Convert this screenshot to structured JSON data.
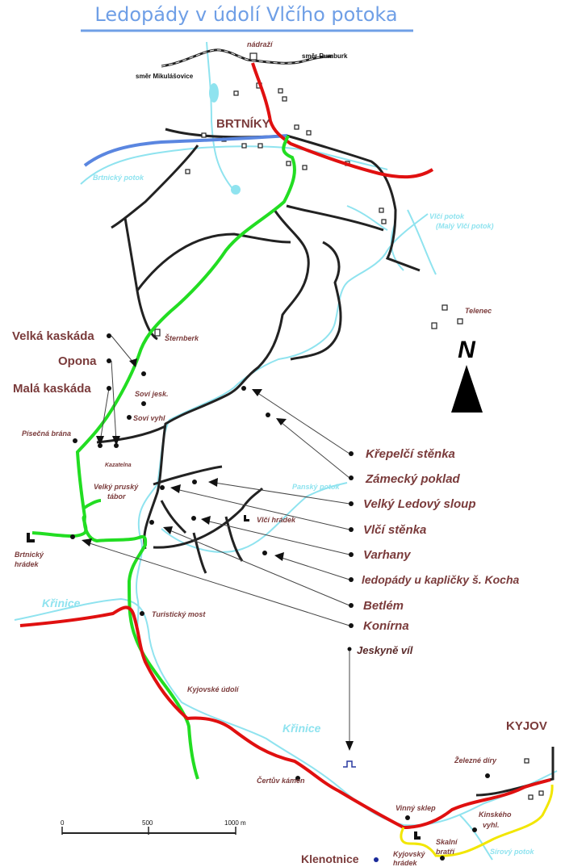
{
  "title": "Ledopády v údolí Vlčího potoka",
  "colors": {
    "title": "#6f9fe6",
    "labels": "#7a3b3b",
    "water": "#8fe3ef",
    "green_route": "#22dd22",
    "red_route": "#e01010",
    "yellow_route": "#f2e600",
    "blue_route": "#5a86e0"
  },
  "railway": {
    "station": "nádraží",
    "east": "směr Rumburk",
    "west": "směr Mikulášovice"
  },
  "towns": {
    "brtniky": "BRTNÍKY",
    "kyjov": "KYJOV"
  },
  "water": {
    "brtnicky_potok": "Brtnický potok",
    "vlci_potok": "Vlčí potok",
    "maly_vlci_potok": "(Malý Vlčí potok)",
    "pansky_potok": "Panský potok",
    "krinice_1": "Křinice",
    "krinice_2": "Křinice",
    "sirovy_potok": "Sírový potok"
  },
  "places": {
    "telenec": "Telenec",
    "sternberk": "Šternberk",
    "sovi_jesk": "Soví jesk.",
    "sovi_vyhl": "Soví vyhl",
    "pisecna_brana": "Písečná brána",
    "kazatelna": "Kazatelna",
    "velky_prusky_1": "Velký pruský",
    "velky_prusky_2": "tábor",
    "vlci_hradek": "Vlčí hrádek",
    "brtnicky_hradek_1": "Brtnický",
    "brtnicky_hradek_2": "hrádek",
    "turisticky_most": "Turistický most",
    "kyjovske_udoli": "Kyjovské údolí",
    "certuv_kamen": "Čertův kámen",
    "vinny_sklep": "Vinný sklep",
    "zelezne_diry": "Železné díry",
    "kinskeho_1": "Kinského",
    "kinskeho_2": "vyhl.",
    "skalni_1": "Skalní",
    "skalni_2": "bratří",
    "kyjovsky_1": "Kyjovský",
    "kyjovsky_2": "hrádek"
  },
  "icefalls_left": [
    "Velká kaskáda",
    "Opona",
    "Malá kaskáda"
  ],
  "icefalls_right": [
    "Křepelčí stěnka",
    "Zámecký poklad",
    "Velký Ledový sloup",
    "Vlčí stěnka",
    "Varhany",
    "ledopády u kapličky š. Kocha",
    "Betlém",
    "Konírna",
    "Jeskyně víl"
  ],
  "klenotnice": "Klenotnice",
  "north": "N",
  "scale": {
    "ticks": [
      "0",
      "500",
      "1000 m"
    ]
  }
}
